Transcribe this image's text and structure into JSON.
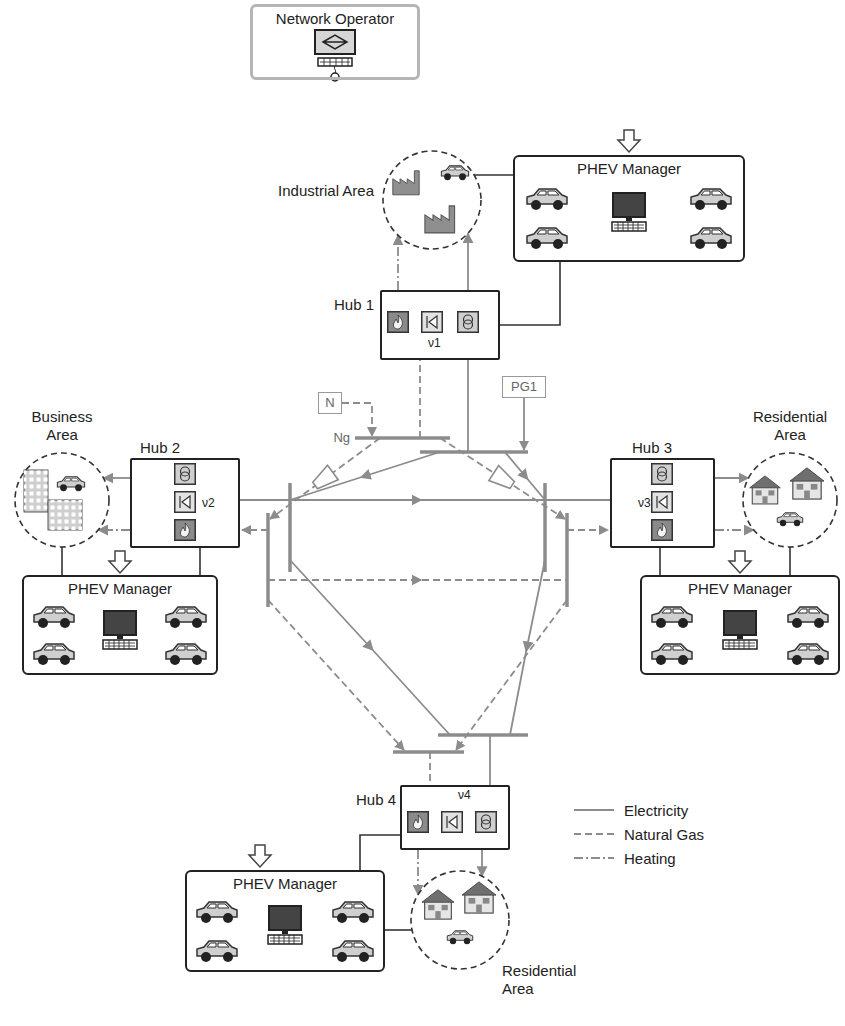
{
  "diagram": {
    "nodes": [
      {
        "text": [
          "Network Operator"
        ]
      },
      {
        "text": [
          "Industrial Area"
        ]
      },
      {
        "text": [
          "PHEV Manager"
        ]
      },
      {
        "text": [
          "Hub 1",
          "ν1"
        ]
      },
      {
        "text": [
          "N"
        ]
      },
      {
        "text": [
          "PG1"
        ]
      },
      {
        "text": [
          "Business Area"
        ]
      },
      {
        "text": [
          "Hub 2",
          "ν2"
        ]
      },
      {
        "text": [
          "PHEV Manager"
        ]
      },
      {
        "text": [
          "Residential Area"
        ]
      },
      {
        "text": [
          "Hub 3",
          "ν3"
        ]
      },
      {
        "text": [
          "PHEV Manager"
        ]
      },
      {
        "text": [
          "Hub 4",
          "ν4"
        ]
      },
      {
        "text": [
          "PHEV Manager"
        ]
      },
      {
        "text": [
          "Residential Area"
        ]
      }
    ],
    "edges": [
      {
        "from": 3,
        "to": 1,
        "arrow": "to"
      },
      {
        "from": 3,
        "to": 1,
        "arrow": "to"
      },
      {
        "from": 2,
        "to": 1,
        "arrow": "none"
      },
      {
        "from": 2,
        "to": 3,
        "arrow": "none"
      },
      {
        "from": 7,
        "to": 6,
        "arrow": "to"
      },
      {
        "from": 7,
        "to": 6,
        "arrow": "to"
      },
      {
        "from": 6,
        "to": 8,
        "arrow": "none"
      },
      {
        "from": 7,
        "to": 8,
        "arrow": "none"
      },
      {
        "from": 10,
        "to": 9,
        "arrow": "to"
      },
      {
        "from": 10,
        "to": 9,
        "arrow": "to"
      },
      {
        "from": 9,
        "to": 11,
        "arrow": "none"
      },
      {
        "from": 10,
        "to": 11,
        "arrow": "none"
      },
      {
        "from": 12,
        "to": 14,
        "arrow": "to"
      },
      {
        "from": 12,
        "to": 14,
        "arrow": "to"
      },
      {
        "from": 13,
        "to": 12,
        "arrow": "none"
      },
      {
        "from": 13,
        "to": 14,
        "arrow": "none"
      }
    ],
    "labels": [
      "Ng"
    ],
    "legend": [
      {
        "text": "Electricity"
      },
      {
        "text": "Natural Gas"
      },
      {
        "text": "Heating"
      }
    ]
  }
}
